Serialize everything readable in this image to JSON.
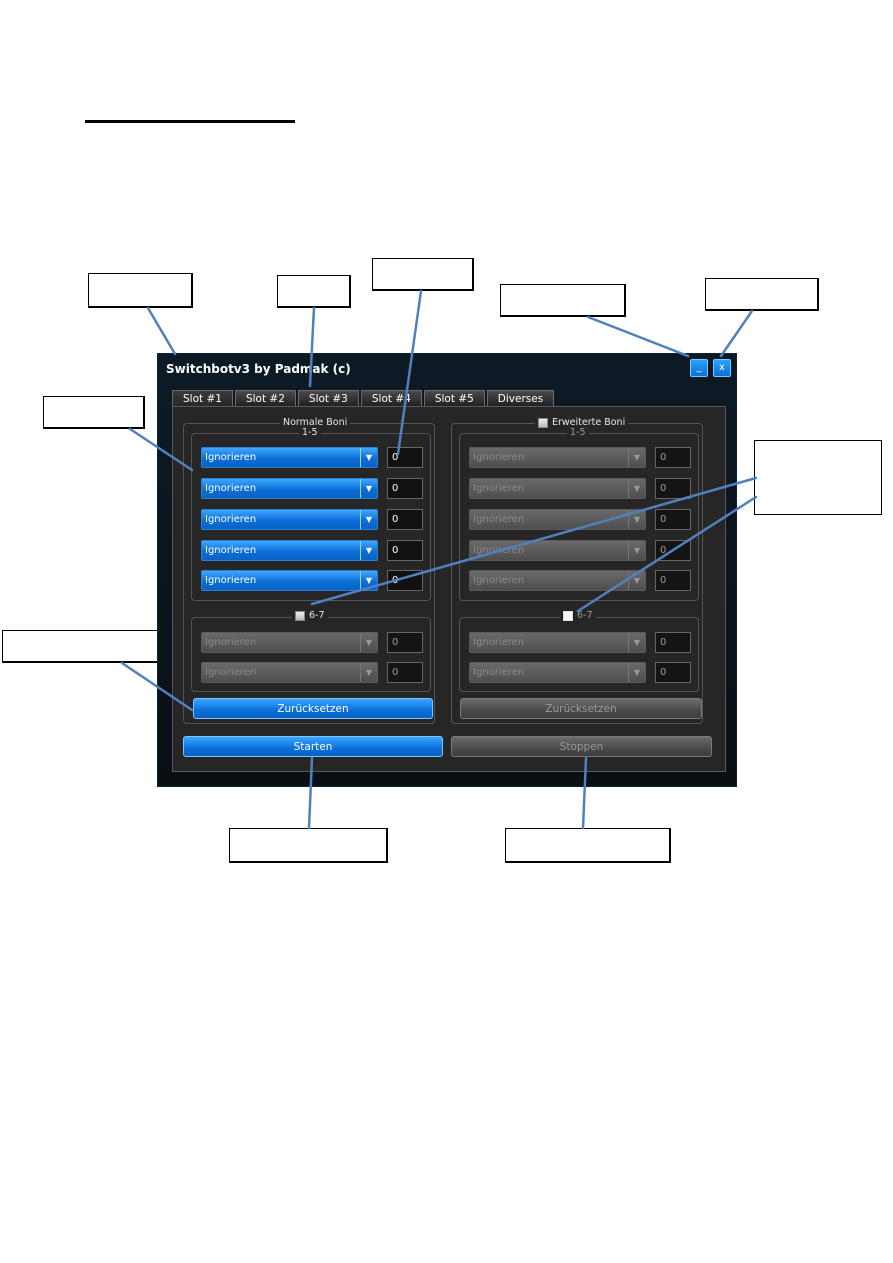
{
  "window": {
    "title": "Switchbotv3 by Padmak (c)",
    "minimize_label": "_",
    "close_label": "x"
  },
  "tabs": [
    "Slot #1",
    "Slot #2",
    "Slot #3",
    "Slot #4",
    "Slot #5",
    "Diverses"
  ],
  "normal_boni": {
    "label": "Normale Boni",
    "range_1_5": "1-5",
    "rows_1_5": [
      {
        "value": "Ignorieren",
        "amount": "0"
      },
      {
        "value": "Ignorieren",
        "amount": "0"
      },
      {
        "value": "Ignorieren",
        "amount": "0"
      },
      {
        "value": "Ignorieren",
        "amount": "0"
      },
      {
        "value": "Ignorieren",
        "amount": "0"
      }
    ],
    "range_6_7": "6-7",
    "rows_6_7": [
      {
        "value": "Ignorieren",
        "amount": "0"
      },
      {
        "value": "Ignorieren",
        "amount": "0"
      }
    ],
    "reset_label": "Zurücksetzen"
  },
  "extended_boni": {
    "label": "Erweiterte Boni",
    "range_1_5": "1-5",
    "rows_1_5": [
      {
        "value": "Ignorieren",
        "amount": "0"
      },
      {
        "value": "Ignorieren",
        "amount": "0"
      },
      {
        "value": "Ignorieren",
        "amount": "0"
      },
      {
        "value": "Ignorieren",
        "amount": "0"
      },
      {
        "value": "Ignorieren",
        "amount": "0"
      }
    ],
    "range_6_7": "6-7",
    "rows_6_7": [
      {
        "value": "Ignorieren",
        "amount": "0"
      },
      {
        "value": "Ignorieren",
        "amount": "0"
      }
    ],
    "reset_label": "Zurücksetzen"
  },
  "start_label": "Starten",
  "stop_label": "Stoppen",
  "colors": {
    "accent_blue": "#0b6fd8",
    "window_bg": "#0d1a26",
    "panel_bg": "#262626"
  }
}
